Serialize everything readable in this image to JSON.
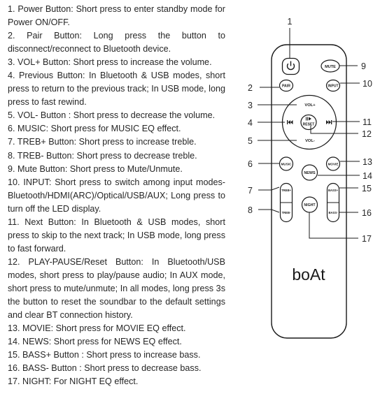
{
  "instructions": [
    "1. Power Button: Short press to enter standby mode for Power ON/OFF.",
    "2. Pair Button: Long press the button to disconnect/reconnect to Bluetooth device.",
    "3. VOL+ Button: Short press to increase the volume.",
    "4. Previous Button: In Bluetooth & USB modes, short press to return to the previous track; In USB mode, long press to fast rewind.",
    "5. VOL- Button : Short press to decrease the volume.",
    "6. MUSIC: Short press for MUSIC EQ effect.",
    "7. TREB+ Button: Short press to increase treble.",
    "8. TREB- Button: Short press to decrease treble.",
    "9. Mute Button: Short press to Mute/Unmute.",
    "10. INPUT: Short press to switch among input modes- Bluetooth/HDMI(ARC)/Optical/USB/AUX; Long press to turn off the LED display.",
    "11. Next Button: In Bluetooth & USB modes, short press to skip to the next track; In USB mode, long press to fast forward.",
    "12. PLAY-PAUSE/Reset Button: In Bluetooth/USB modes, short press to play/pause audio; In AUX mode, short press to mute/unmute; In all modes, long press 3s the button to reset the soundbar to the default settings and clear BT connection history.",
    "13. MOVIE: Short press for MOVIE EQ effect.",
    "14. NEWS: Short press for NEWS EQ effect.",
    "15. BASS+ Button : Short press to increase bass.",
    "16. BASS- Button : Short press to decrease bass.",
    "17. NIGHT: For NIGHT EQ effect."
  ],
  "remote": {
    "brand": "boAt",
    "buttons": {
      "mute": "MUTE",
      "pair": "PAIR",
      "input": "INPUT",
      "vol_up": "VOL+",
      "vol_down": "VOL-",
      "reset": "RESET",
      "music": "MUSIC",
      "movie": "MOVIE",
      "news": "NEWS",
      "treb_up": "TREB+",
      "treb_down": "TREB-",
      "bass_up": "BASS+",
      "bass_down": "BASS-",
      "night": "NIGHT"
    },
    "callouts": [
      "1",
      "2",
      "3",
      "4",
      "5",
      "6",
      "7",
      "8",
      "9",
      "10",
      "11",
      "12",
      "13",
      "14",
      "15",
      "16",
      "17"
    ]
  },
  "icons": {
    "power": "power-icon",
    "previous": "previous-track-icon",
    "next": "next-track-icon",
    "play_pause": "play-pause-icon"
  },
  "colors": {
    "text": "#262626",
    "line": "#1a1a1a",
    "background": "#ffffff"
  }
}
